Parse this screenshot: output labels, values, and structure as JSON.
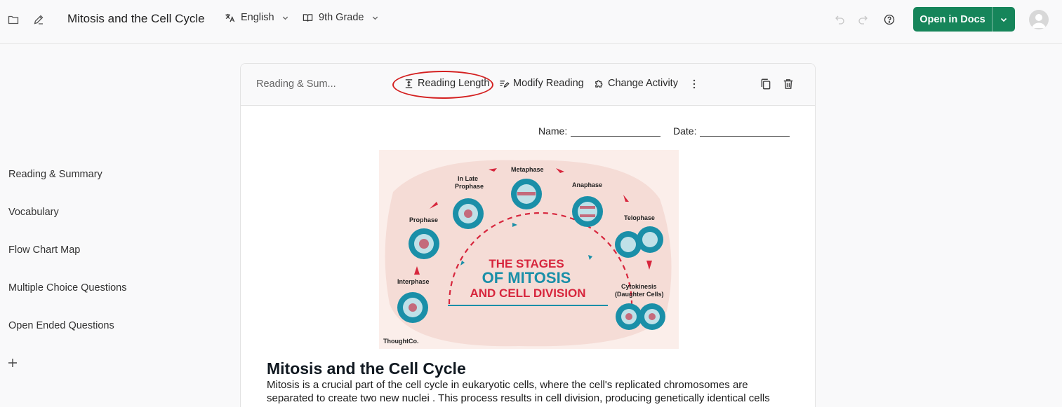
{
  "header": {
    "doc_title": "Mitosis and the Cell Cycle",
    "language": "English",
    "grade": "9th Grade",
    "open_in_docs_label": "Open in Docs"
  },
  "sidebar": {
    "items": [
      {
        "label": "Reading & Summary"
      },
      {
        "label": "Vocabulary"
      },
      {
        "label": "Flow Chart Map"
      },
      {
        "label": "Multiple Choice Questions"
      },
      {
        "label": "Open Ended Questions"
      }
    ]
  },
  "toolbar": {
    "section_label": "Reading & Sum...",
    "reading_length_label": "Reading Length",
    "modify_reading_label": "Modify Reading",
    "change_activity_label": "Change Activity"
  },
  "worksheet": {
    "name_label": "Name:",
    "date_label": "Date:",
    "figure": {
      "title_line1": "THE STAGES",
      "title_line2": "OF MITOSIS",
      "title_line3": "AND CELL DIVISION",
      "stages": {
        "interphase": "Interphase",
        "prophase": "Prophase",
        "late_prophase_1": "In Late",
        "late_prophase_2": "Prophase",
        "metaphase": "Metaphase",
        "anaphase": "Anaphase",
        "telophase": "Telophase",
        "cytokinesis_1": "Cytokinesis",
        "cytokinesis_2": "(Daughter Cells)"
      },
      "credit": "ThoughtCo."
    },
    "heading": "Mitosis and the Cell Cycle",
    "body": "Mitosis is a crucial part of the cell cycle in eukaryotic cells, where the cell's replicated chromosomes are separated to create two new nuclei . This process results in cell division, producing genetically identical cells while maintaining the total number of chromosomes. Mitosis"
  },
  "colors": {
    "primary_green": "#16855a",
    "highlight_red": "#d42020",
    "figure_red": "#d7263d",
    "figure_teal": "#1a8fa8"
  }
}
